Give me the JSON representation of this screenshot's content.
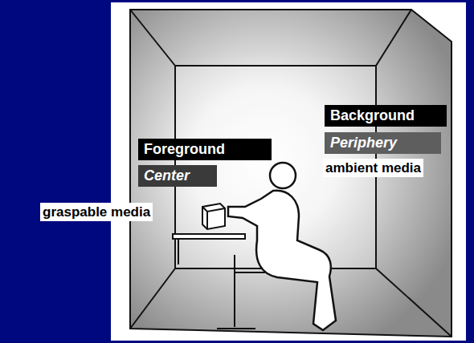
{
  "diagram": {
    "nodes": [
      {
        "text": [
          "Background"
        ]
      },
      {
        "text": [
          "Periphery"
        ]
      },
      {
        "text": [
          "Foreground"
        ]
      },
      {
        "text": [
          "Center"
        ]
      }
    ],
    "labels": [
      "ambient media",
      "graspable media"
    ]
  }
}
